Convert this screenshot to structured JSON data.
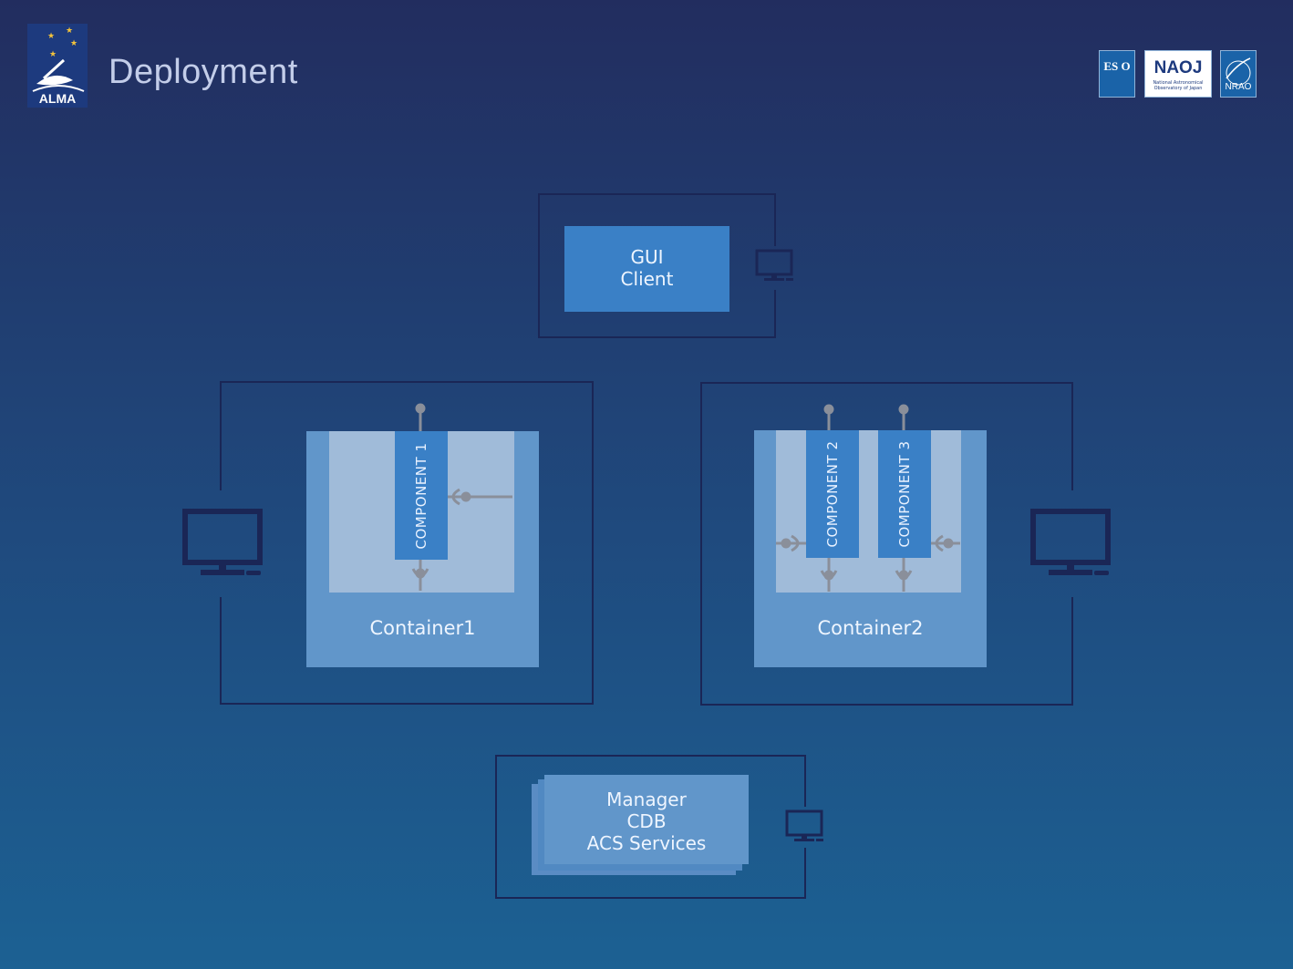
{
  "header": {
    "title": "Deployment",
    "logo_text": "ALMA",
    "partner_logos": {
      "eso": "ES O",
      "naoj_abbrev": "NAOJ",
      "naoj_name": "National Astronomical Observatory of Japan",
      "nrao": "NRAO"
    }
  },
  "diagram": {
    "gui_client": {
      "line1": "GUI",
      "line2": "Client"
    },
    "container1": {
      "label": "Container1",
      "components": [
        "COMPONENT 1"
      ]
    },
    "container2": {
      "label": "Container2",
      "components": [
        "COMPONENT 2",
        "COMPONENT 3"
      ]
    },
    "services": {
      "line1": "Manager",
      "line2": "CDB",
      "line3": "ACS Services"
    }
  },
  "colors": {
    "background_top": "#222d5f",
    "background_bottom": "#1c6193",
    "component_blue": "#3a80c6",
    "container_blue": "#6196ca",
    "inner_panel": "#a0bbd9",
    "host_border": "#1a2656",
    "connector_gray": "#8a8f9a"
  },
  "icons": [
    "alma-logo-icon",
    "eso-logo-icon",
    "naoj-logo-icon",
    "nrao-logo-icon",
    "computer-icon",
    "provided-interface-icon",
    "required-interface-icon"
  ]
}
